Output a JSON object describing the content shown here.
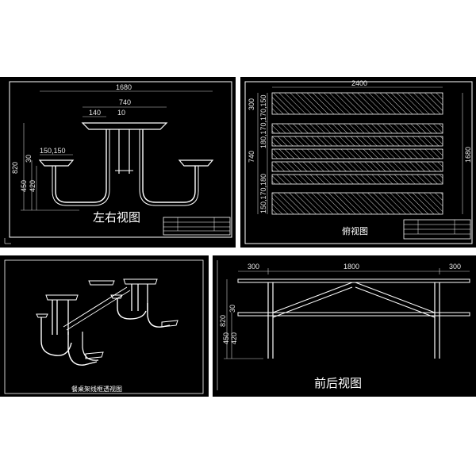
{
  "panels": {
    "side_view": {
      "title": "左右视图",
      "dims": {
        "total_width": "1680",
        "top_width": "740",
        "d140": "140",
        "d10": "10",
        "seat_width": "150,150",
        "height_820": "820",
        "d30": "30",
        "d450": "450",
        "d420": "420"
      }
    },
    "top_view": {
      "title": "俯视图",
      "dims": {
        "total_length": "2400",
        "total_depth": "1680",
        "d300": "300",
        "d_left_seq_top": "180,170,170,150",
        "d740": "740",
        "d_left_seq_bottom": "150,170,180"
      }
    },
    "wireframe_view": {
      "title": "餐桌架线框透视图"
    },
    "front_view": {
      "title": "前后视图",
      "dims": {
        "left_overhang": "300",
        "center_span": "1800",
        "right_overhang": "300",
        "height_820": "820",
        "d30": "30",
        "d450": "450",
        "d420": "420"
      }
    }
  },
  "colors": {
    "background": "#000000",
    "lines": "#ffffff",
    "page": "#ffffff"
  }
}
